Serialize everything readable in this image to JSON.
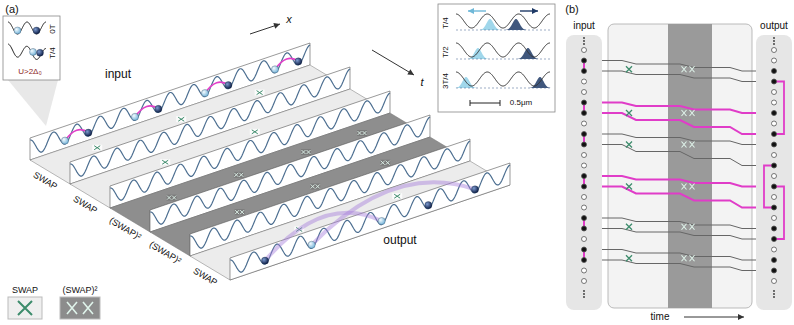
{
  "diagram": {
    "nodes": [
      {
        "text": [
          "input"
        ]
      },
      {
        "text": [
          "output"
        ]
      }
    ],
    "labels": [
      "(a)",
      "input",
      "x",
      "t",
      "0T",
      "T/4",
      "U>2Δ₀",
      "T/4",
      "T/2",
      "3T/4",
      "0.5μm",
      "output",
      "SWAP",
      "SWAP",
      "(SWAP)²",
      "(SWAP)²",
      "SWAP",
      "(b)",
      "time"
    ],
    "legend": [
      {
        "text": "SWAP"
      },
      {
        "text": "(SWAP)²"
      }
    ]
  }
}
